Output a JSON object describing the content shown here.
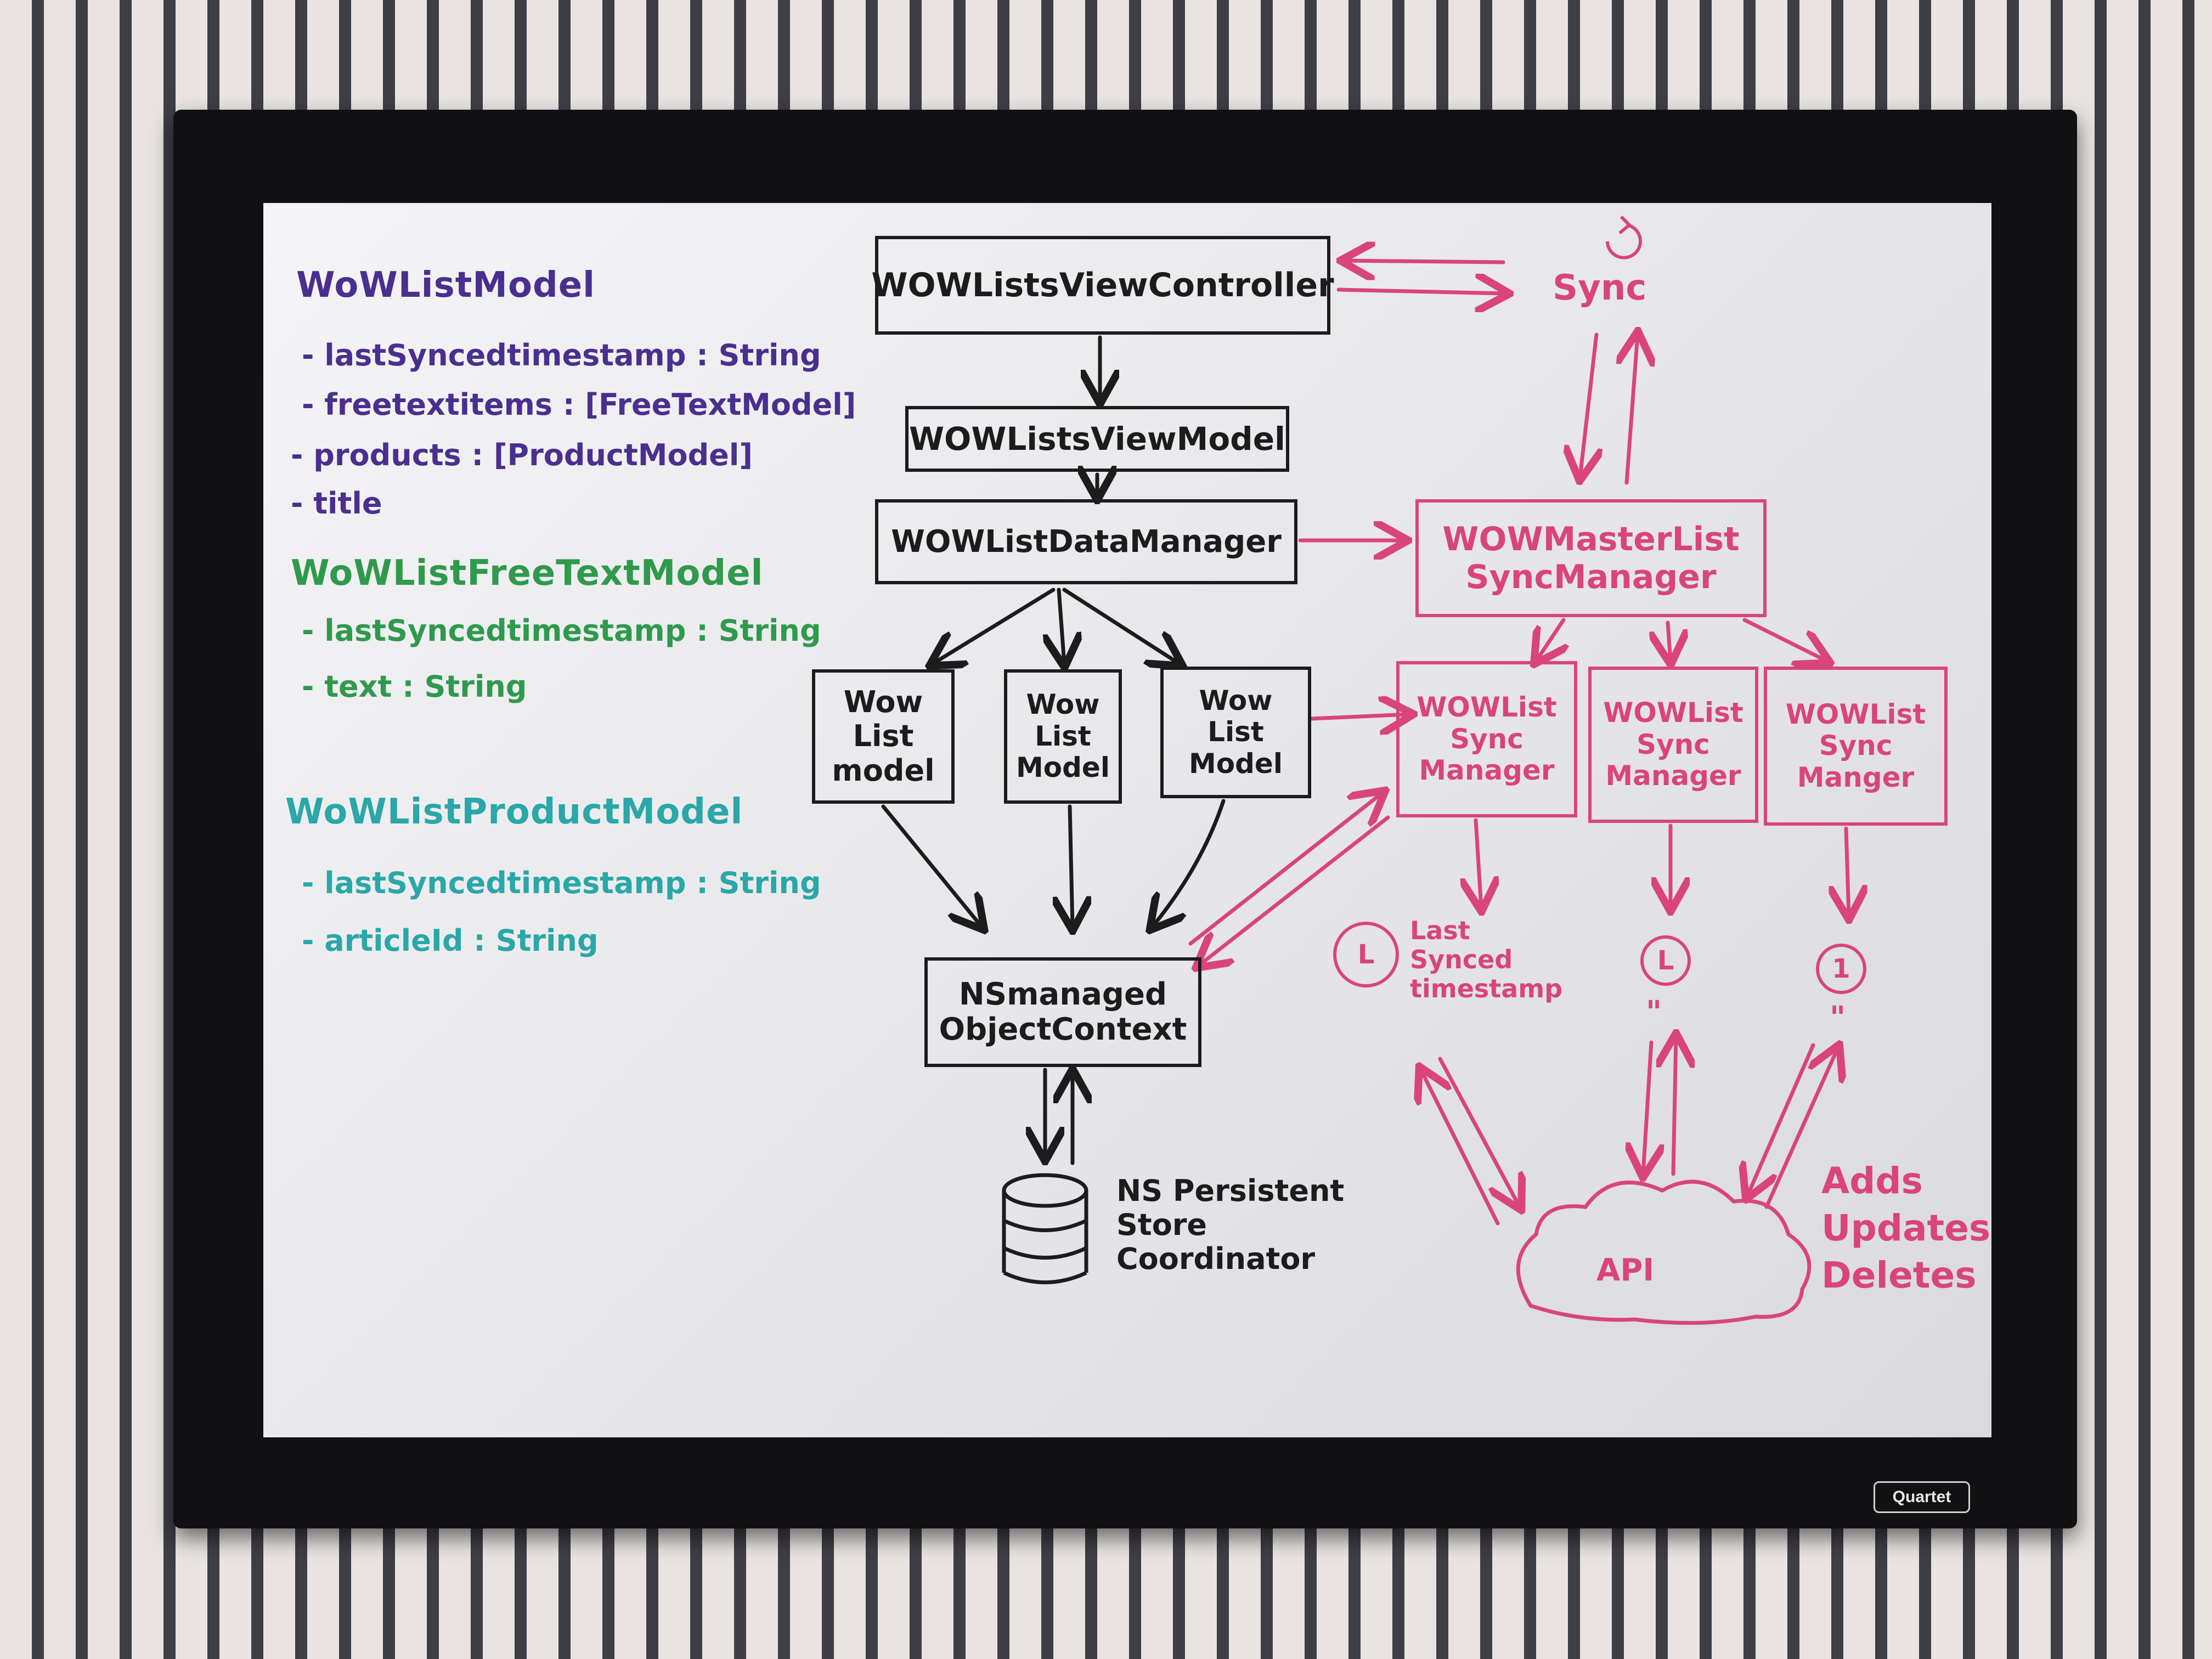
{
  "models": {
    "list_model": {
      "title": "WoWListModel",
      "props": [
        "- lastSyncedtimestamp : String",
        "- freetextitems : [FreeTextModel]",
        "- products : [ProductModel]",
        "- title"
      ]
    },
    "free_text_model": {
      "title": "WoWListFreeTextModel",
      "props": [
        "- lastSyncedtimestamp : String",
        "- text : String"
      ]
    },
    "product_model": {
      "title": "WoWListProductModel",
      "props": [
        "- lastSyncedtimestamp : String",
        "- articleId : String"
      ]
    }
  },
  "nodes": {
    "view_controller": "WOWListsViewController",
    "view_model": "WOWListsViewModel",
    "data_manager": "WOWListDataManager",
    "list_models": [
      "Wow\nList\nmodel",
      "Wow\nList\nModel",
      "Wow\nList\nModel"
    ],
    "context": "NSmanaged\nObjectContext",
    "coordinator": "NS Persistent\nStore\nCoordinator",
    "sync": "Sync",
    "master_sync": "WOWMasterList\nSyncManager",
    "list_sync_managers": [
      "WOWList\nSync\nManager",
      "WOWList\nSync\nManager",
      "WOWList\nSync\nManger"
    ],
    "timestamp_icons": [
      "L",
      "L",
      "1"
    ],
    "timestamp_label": "Last\nSynced\ntimestamp",
    "ditto": [
      "\"",
      "\""
    ],
    "api": "API",
    "api_ops": "Adds\nUpdates\nDeletes"
  },
  "brand": "Quartet",
  "colors": {
    "black_ink": "#1c1c1c",
    "pink_ink": "#d9457a",
    "purple_ink": "#4a2f8f",
    "green_ink": "#2f9a4c",
    "teal_ink": "#2aa7a8"
  }
}
